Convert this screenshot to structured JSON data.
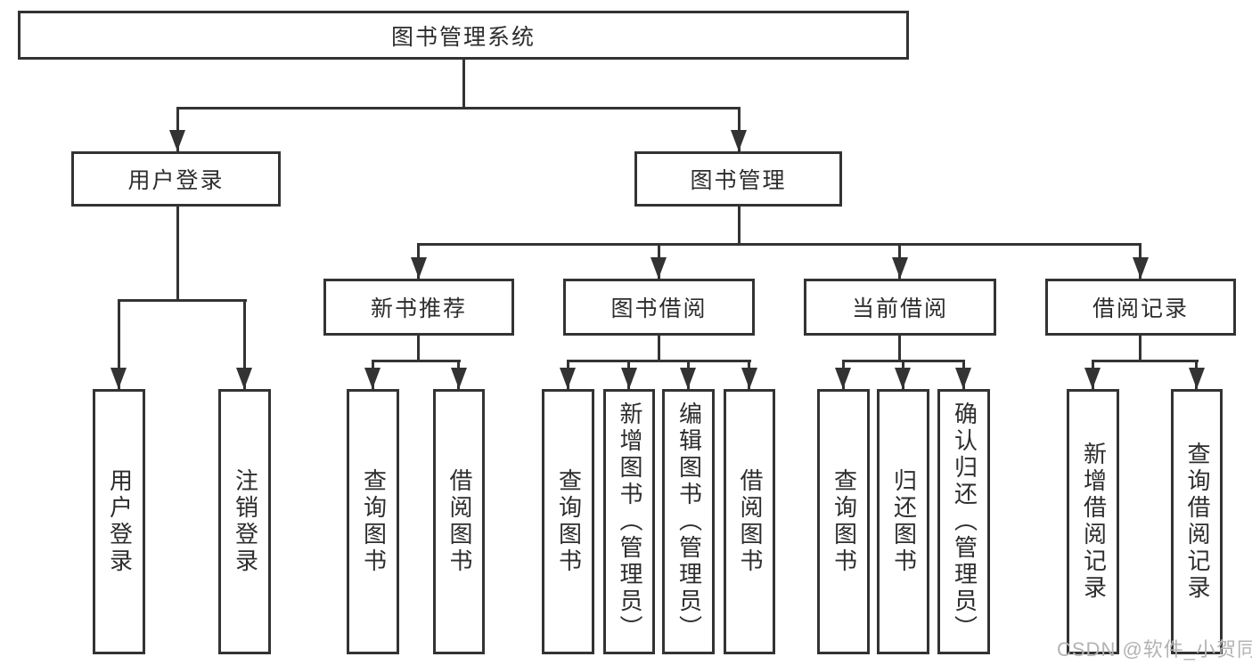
{
  "tree": {
    "root": {
      "label": "图书管理系统"
    },
    "branches": [
      {
        "label": "用户登录",
        "children": [
          "用户登录",
          "注销登录"
        ]
      },
      {
        "label": "图书管理",
        "sections": [
          {
            "label": "新书推荐",
            "children": [
              "查询图书",
              "借阅图书"
            ]
          },
          {
            "label": "图书借阅",
            "children": [
              "查询图书",
              "新增图书（管理员）",
              "编辑图书（管理员）",
              "借阅图书"
            ]
          },
          {
            "label": "当前借阅",
            "children": [
              "查询图书",
              "归还图书",
              "确认归还（管理员）"
            ]
          },
          {
            "label": "借阅记录",
            "children": [
              "新增借阅记录",
              "查询借阅记录"
            ]
          }
        ]
      }
    ]
  },
  "watermark": "CSDN @软件_小贺同学"
}
